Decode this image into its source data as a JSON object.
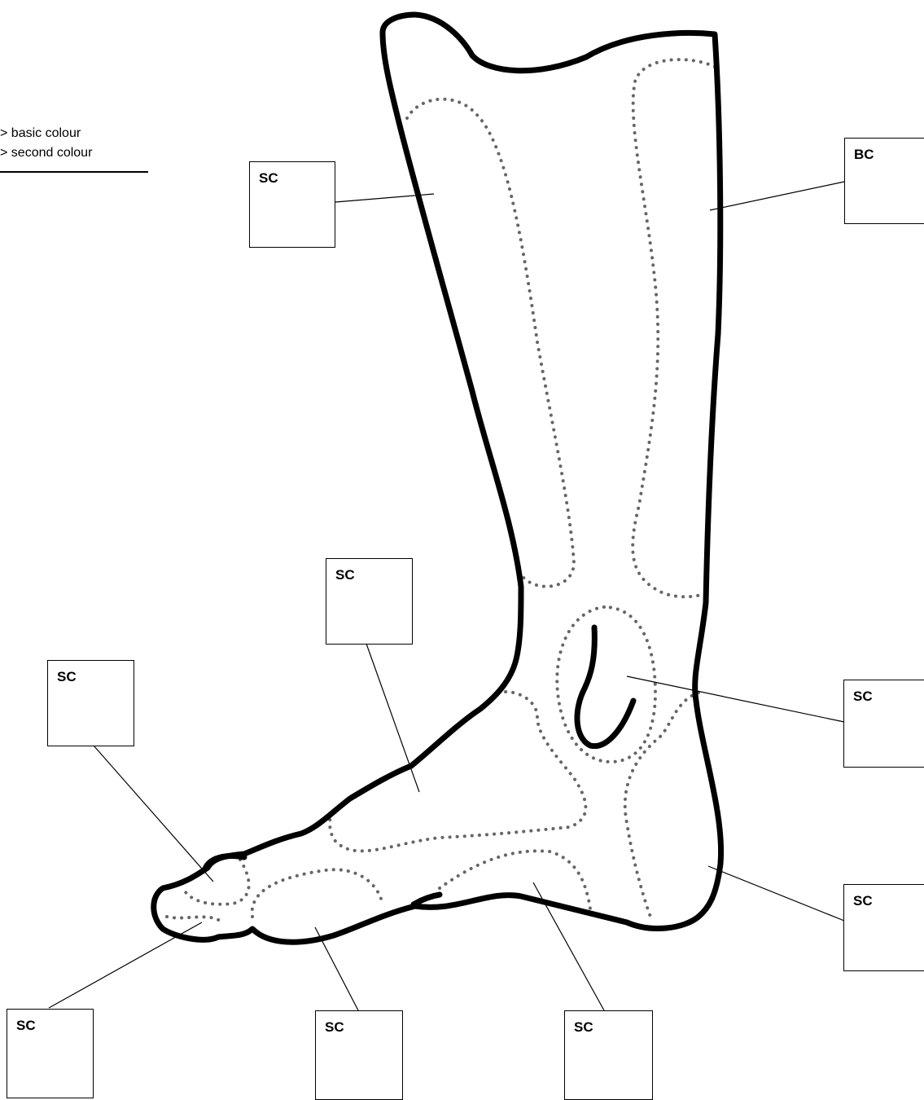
{
  "legend": {
    "line1": "> basic colour",
    "line2": "> second colour"
  },
  "labels": {
    "upper_shaft_left": "SC",
    "upper_shaft_right": "BC",
    "instep": "SC",
    "ankle_patch": "SC",
    "heel": "SC",
    "toe_tip": "SC",
    "toe_front": "SC",
    "toe_side": "SC",
    "sole_midfoot": "SC"
  },
  "colors": {
    "outline": "#000000",
    "zone_dots": "#666666",
    "background": "#ffffff"
  }
}
